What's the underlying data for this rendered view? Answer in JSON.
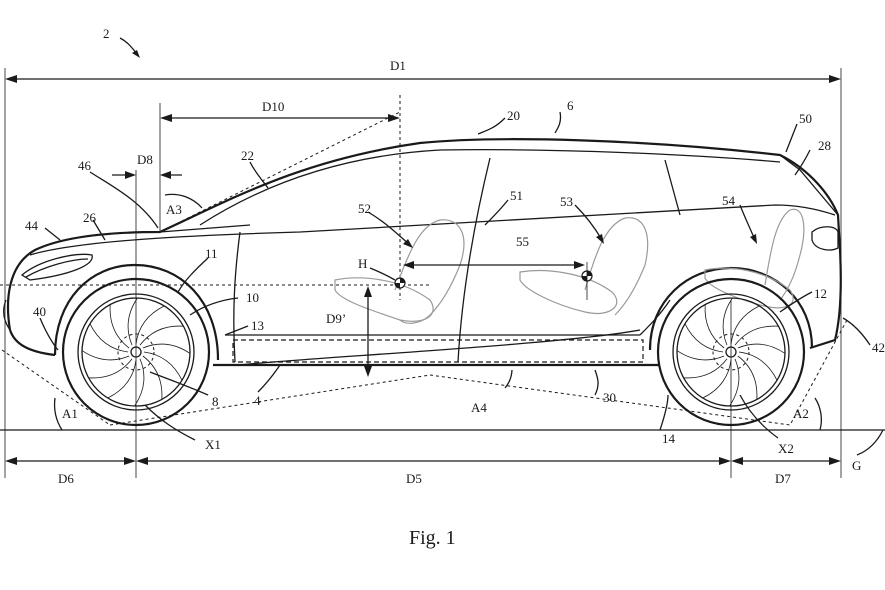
{
  "figure": {
    "caption": "Fig. 1",
    "labels": {
      "ref_2": "2",
      "ref_6": "6",
      "ref_20": "20",
      "ref_50": "50",
      "ref_28": "28",
      "ref_22": "22",
      "ref_46": "46",
      "ref_26": "26",
      "ref_44": "44",
      "ref_11": "11",
      "ref_10": "10",
      "ref_13": "13",
      "ref_40": "40",
      "ref_8": "8",
      "ref_4": "4",
      "ref_52": "52",
      "ref_51": "51",
      "ref_53": "53",
      "ref_54": "54",
      "ref_55": "55",
      "ref_H": "H",
      "ref_12": "12",
      "ref_30": "30",
      "ref_14": "14",
      "ref_42": "42",
      "ref_X1": "X1",
      "ref_X2": "X2",
      "ref_G": "G",
      "dim_D1": "D1",
      "dim_D5": "D5",
      "dim_D6": "D6",
      "dim_D7": "D7",
      "dim_D8": "D8",
      "dim_D9": "D9’",
      "dim_D10": "D10",
      "ang_A1": "A1",
      "ang_A2": "A2",
      "ang_A3": "A3",
      "ang_A4": "A4"
    }
  }
}
